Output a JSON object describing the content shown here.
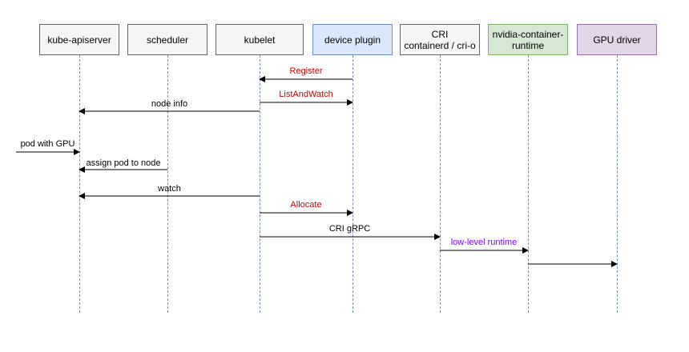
{
  "colors": {
    "box_default_fill": "#f5f5f5",
    "box_blue_fill": "#dae8fc",
    "box_blue_border": "#6c8ebf",
    "box_green_fill": "#d5e8d4",
    "box_green_border": "#82b366",
    "box_purple_fill": "#e1d5e7",
    "box_purple_border": "#9673a6",
    "lifeline": "#6c8ebf",
    "label_red": "#cc0000",
    "label_purple": "#7f00ff",
    "label_black": "#000000"
  },
  "participants": [
    {
      "id": "kube-apiserver",
      "label": "kube-apiserver",
      "style": "default"
    },
    {
      "id": "scheduler",
      "label": "scheduler",
      "style": "default"
    },
    {
      "id": "kubelet",
      "label": "kubelet",
      "style": "default"
    },
    {
      "id": "device-plugin",
      "label": "device plugin",
      "style": "blue"
    },
    {
      "id": "cri",
      "label": "CRI\ncontainerd / cri-o",
      "style": "default"
    },
    {
      "id": "nvidia-container-runtime",
      "label": "nvidia-container-\nruntime",
      "style": "green"
    },
    {
      "id": "gpu-driver",
      "label": "GPU driver",
      "style": "purple"
    }
  ],
  "messages": [
    {
      "label": "Register",
      "from": "device-plugin",
      "to": "kubelet",
      "color": "red"
    },
    {
      "label": "ListAndWatch",
      "from": "kubelet",
      "to": "device-plugin",
      "color": "red"
    },
    {
      "label": "node info",
      "from": "kubelet",
      "to": "kube-apiserver",
      "color": "black"
    },
    {
      "label": "pod with GPU",
      "from": "external",
      "to": "kube-apiserver",
      "color": "black"
    },
    {
      "label": "assign pod to node",
      "from": "scheduler",
      "to": "kube-apiserver",
      "color": "black"
    },
    {
      "label": "watch",
      "from": "kubelet",
      "to": "kube-apiserver",
      "color": "black"
    },
    {
      "label": "Allocate",
      "from": "kubelet",
      "to": "device-plugin",
      "color": "red"
    },
    {
      "label": "CRI gRPC",
      "from": "kubelet",
      "to": "cri",
      "color": "black"
    },
    {
      "label": "low-level runtime",
      "from": "cri",
      "to": "nvidia-container-runtime",
      "color": "purple"
    },
    {
      "label": "",
      "from": "nvidia-container-runtime",
      "to": "gpu-driver",
      "color": "black"
    }
  ]
}
